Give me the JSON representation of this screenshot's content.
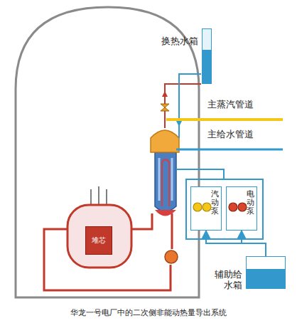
{
  "diagram": {
    "caption": "华龙一号电厂中的二次侧非能动热量导出系统",
    "nodes": [
      {
        "text": [
          "换热水箱"
        ]
      },
      {
        "text": [
          "汽动泵"
        ]
      },
      {
        "text": [
          "电动泵"
        ]
      },
      {
        "text": [
          "辅助给水箱"
        ]
      },
      {
        "text": [
          "堆芯"
        ]
      }
    ],
    "edges": [
      {
        "from": 3,
        "to": 1,
        "arrow": "to"
      },
      {
        "from": 3,
        "to": 2,
        "arrow": "to"
      }
    ],
    "labels": [
      "主蒸汽管道",
      "主给水管道"
    ]
  }
}
